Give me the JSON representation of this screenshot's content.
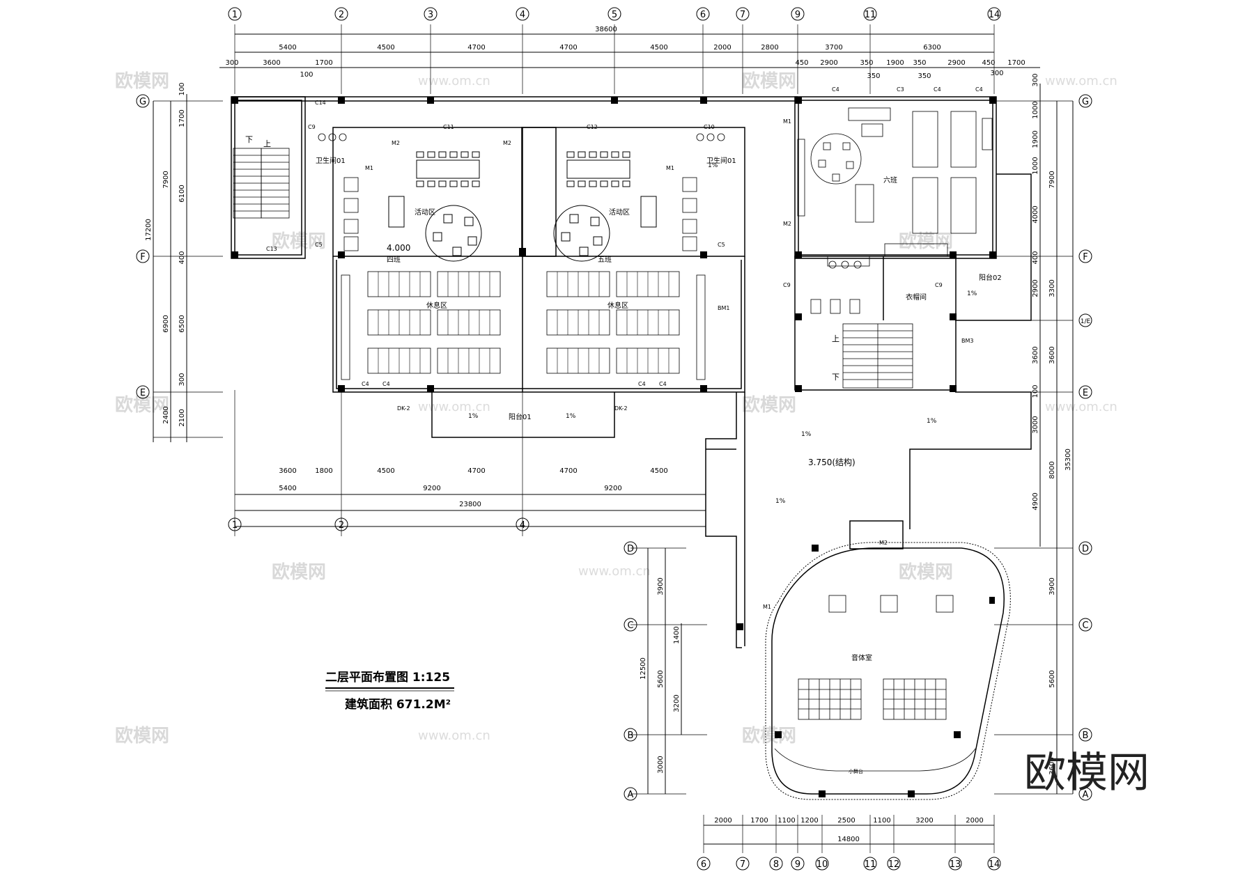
{
  "drawing": {
    "title": "二层平面布置图 1:125",
    "area_label": "建筑面积 671.2M²",
    "brand_mark": "欧模网",
    "watermark": "欧模网",
    "watermark_url": "www.om.cn"
  },
  "axes": {
    "top": [
      "1",
      "2",
      "3",
      "4",
      "5",
      "6",
      "7",
      "9",
      "11",
      "14"
    ],
    "bottom_left": [
      "1",
      "2",
      "4"
    ],
    "bottom_right": [
      "6",
      "7",
      "8",
      "9",
      "10",
      "11",
      "12",
      "13",
      "14"
    ],
    "left": [
      "G",
      "F",
      "E"
    ],
    "right": [
      "G",
      "F",
      "1/E",
      "E",
      "D",
      "C",
      "B",
      "A"
    ],
    "lower_left": [
      "D",
      "C",
      "B",
      "A"
    ]
  },
  "dimensions": {
    "top_total": "38600",
    "top_row1": [
      "5400",
      "4500",
      "4700",
      "4700",
      "4500",
      "2000",
      "2800",
      "3700",
      "6300"
    ],
    "top_row2_left": [
      "300",
      "3600",
      "1700"
    ],
    "top_row2_mid": [
      "100"
    ],
    "top_row2_right": [
      "450",
      "2900",
      "350",
      "1900",
      "350",
      "2900",
      "450",
      "1700"
    ],
    "top_row3_right": [
      "350",
      "350",
      "300"
    ],
    "left_outer": [
      "17200"
    ],
    "left_mid": [
      "7900",
      "6900",
      "2400"
    ],
    "left_inner": [
      "100",
      "1700",
      "6100",
      "400",
      "6500",
      "300",
      "2100"
    ],
    "right_total": "35300",
    "right_mid": [
      "7900",
      "3300",
      "3600",
      "8000",
      "3900",
      "5600",
      "3600"
    ],
    "right_inner": [
      "300",
      "1000",
      "1900",
      "1000",
      "4000",
      "400",
      "2900",
      "3600",
      "100",
      "3000",
      "4900"
    ],
    "bottom_row1": [
      "3600",
      "1800",
      "4500",
      "4700",
      "4700",
      "4500"
    ],
    "bottom_row2": [
      "5400",
      "9200",
      "9200"
    ],
    "bottom_total": "23800",
    "lower_left_outer": "12500",
    "lower_left_mid": [
      "3900",
      "5600",
      "3000"
    ],
    "lower_left_inner": [
      "1400",
      "3200"
    ],
    "bottom_right_row1": [
      "2000",
      "1700",
      "1100",
      "1200",
      "2500",
      "1100",
      "3200",
      "2000"
    ],
    "bottom_right_total": "14800"
  },
  "rooms": {
    "class4": "四班",
    "class5": "五班",
    "class6": "六班",
    "activity": "活动区",
    "rest": "休息区",
    "toilet": "卫生间01",
    "balcony1": "阳台01",
    "balcony2": "阳台02",
    "cloak": "衣帽间",
    "music": "音体室",
    "stage": "小舞台",
    "level_4": "4.000",
    "level_375": "3.750(结构)",
    "slope": "1%",
    "up": "上",
    "down": "下"
  },
  "tags": {
    "c14": "C14",
    "c13": "C13",
    "c9": "C9",
    "c10": "C10",
    "c11": "C11",
    "c12": "C12",
    "c5": "C5",
    "c4": "C4",
    "c3": "C3",
    "m1": "M1",
    "m2": "M2",
    "bm1": "BM1",
    "bm3": "BM3",
    "dk2": "DK-2"
  }
}
